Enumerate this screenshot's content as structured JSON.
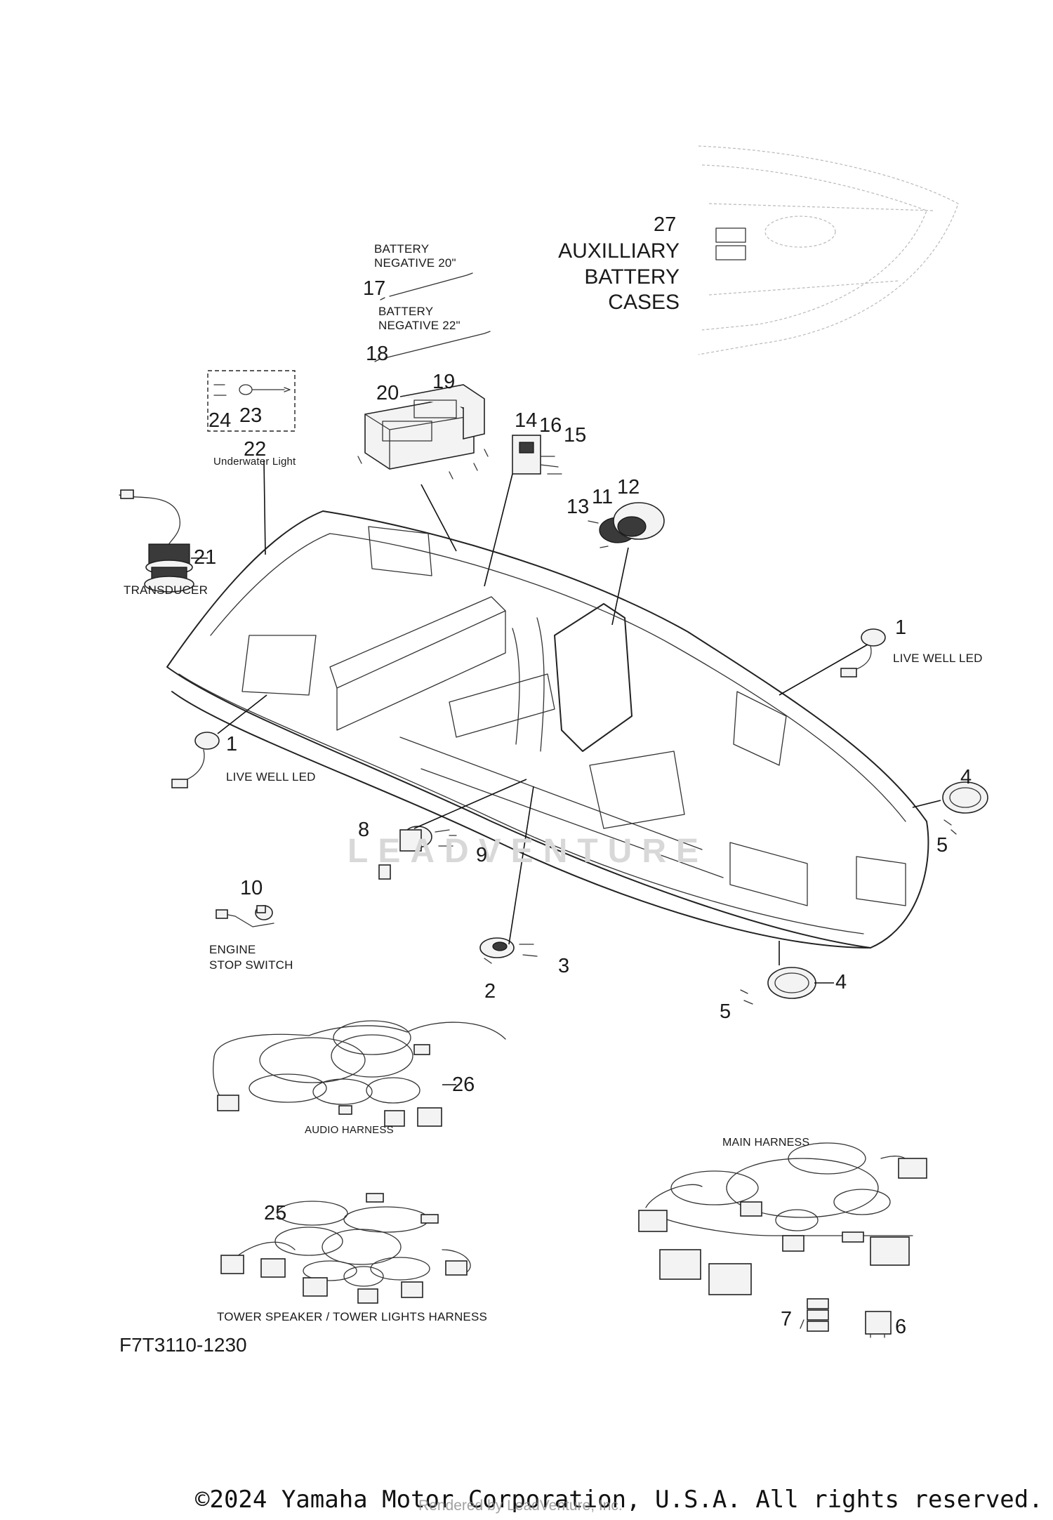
{
  "callouts": {
    "c1a": "1",
    "c1b": "1",
    "c2": "2",
    "c3": "3",
    "c4a": "4",
    "c4b": "4",
    "c5a": "5",
    "c5b": "5",
    "c6": "6",
    "c7": "7",
    "c8": "8",
    "c9": "9",
    "c10": "10",
    "c11": "11",
    "c12": "12",
    "c13": "13",
    "c14": "14",
    "c15": "15",
    "c16": "16",
    "c17": "17",
    "c18": "18",
    "c19": "19",
    "c20": "20",
    "c21": "21",
    "c22": "22",
    "c23": "23",
    "c24": "24",
    "c25": "25",
    "c26": "26",
    "c27": "27"
  },
  "captions": {
    "battery_neg_20_line1": "BATTERY",
    "battery_neg_20_line2": "NEGATIVE 20\"",
    "battery_neg_22_line1": "BATTERY",
    "battery_neg_22_line2": "NEGATIVE 22\"",
    "aux_line1": "AUXILLIARY",
    "aux_line2": "BATTERY",
    "aux_line3": "CASES",
    "underwater_light": "Underwater Light",
    "transducer": "TRANSDUCER",
    "live_well_led_right": "LIVE WELL LED",
    "live_well_led_left": "LIVE WELL LED",
    "engine_stop_line1": "ENGINE",
    "engine_stop_line2": "STOP SWITCH",
    "audio_harness": "AUDIO  HARNESS",
    "main_harness": "MAIN HARNESS",
    "tower_harness": "TOWER SPEAKER / TOWER LIGHTS HARNESS"
  },
  "diagram_code": "F7T3110-1230",
  "watermark": "LEADVENTURE",
  "footer": {
    "copyright": "©2024 Yamaha Motor Corporation, U.S.A. All rights reserved.",
    "rendered_by": "Rendered by LeadVenture, Inc."
  }
}
